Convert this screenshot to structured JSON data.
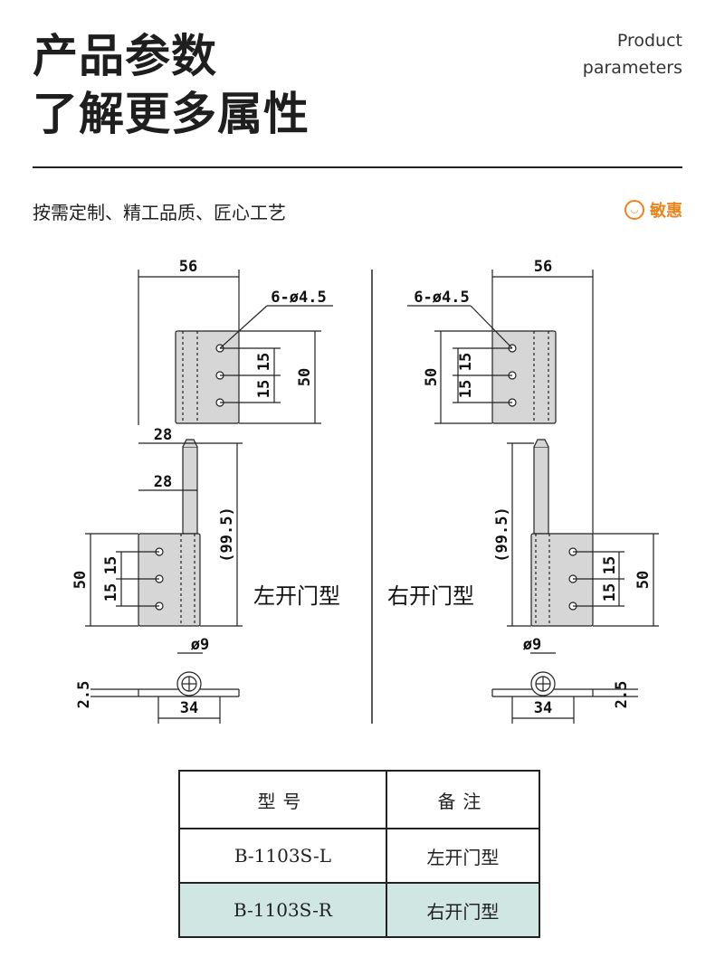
{
  "header": {
    "title_line1": "产品参数",
    "title_line2": "了解更多属性",
    "en_line1": "Product",
    "en_line2": "parameters",
    "slogan": "按需定制、精工品质、匠心工艺",
    "brand_name": "敏惠",
    "brand_icon": "brand-logo-icon",
    "brand_color": "#e8851f"
  },
  "drawing": {
    "left": {
      "dim_width": "56",
      "dim_holes": "6-ø4.5",
      "dim_15a": "15",
      "dim_15b": "15",
      "dim_50_top": "50",
      "dim_28a": "28",
      "dim_28b": "28",
      "dim_995": "(99.5)",
      "dim_50_bottom": "50",
      "dim_15c": "15",
      "dim_15d": "15",
      "dim_dia9": "ø9",
      "dim_25": "2.5",
      "dim_34": "34",
      "label": "左开门型"
    },
    "right": {
      "dim_width": "56",
      "dim_holes": "6-ø4.5",
      "dim_50_top": "50",
      "dim_15a": "15",
      "dim_15b": "15",
      "dim_995": "(99.5)",
      "dim_15c": "15",
      "dim_15d": "15",
      "dim_50_bottom": "50",
      "dim_dia9": "ø9",
      "dim_25": "2.5",
      "dim_34": "34",
      "label": "右开门型"
    }
  },
  "table": {
    "headers": [
      "型号",
      "备注"
    ],
    "rows": [
      [
        "B-1103S-L",
        "左开门型"
      ],
      [
        "B-1103S-R",
        "右开门型"
      ]
    ],
    "highlight_color": "#cfe6e2"
  }
}
